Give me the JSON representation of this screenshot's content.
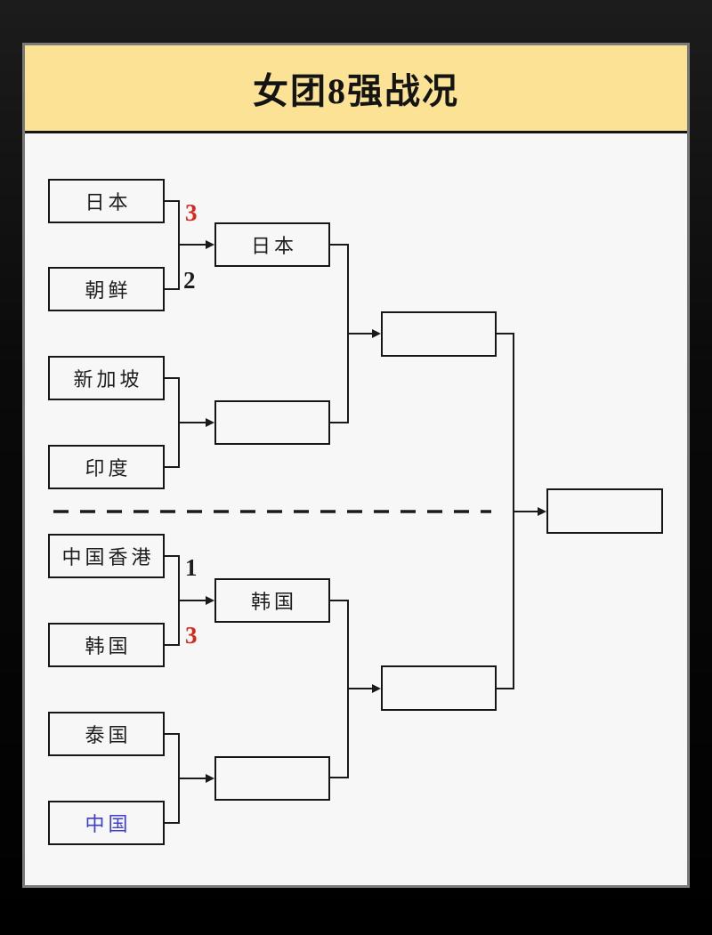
{
  "title": "女团8强战况",
  "colors": {
    "header_bg": "#fbe294",
    "card_bg": "#f7f7f7",
    "outer_bg": "#0e0e0e",
    "line_color": "#1a1a1a",
    "score_highlight_red": "#d8281e",
    "team_china_blue": "#3e3ed6"
  },
  "bracket": {
    "quarterfinals": [
      {
        "team1": "日本",
        "score1": "3",
        "team2": "朝鲜",
        "score2": "2",
        "winner": "日本"
      },
      {
        "team1": "新加坡",
        "score1": "",
        "team2": "印度",
        "score2": "",
        "winner": ""
      },
      {
        "team1": "中国香港",
        "score1": "1",
        "team2": "韩国",
        "score2": "3",
        "winner": "韩国"
      },
      {
        "team1": "泰国",
        "score1": "",
        "team2": "中国",
        "score2": "",
        "winner": ""
      }
    ],
    "semifinals": [
      {
        "winner": ""
      },
      {
        "winner": ""
      }
    ],
    "final": {
      "winner": ""
    }
  }
}
